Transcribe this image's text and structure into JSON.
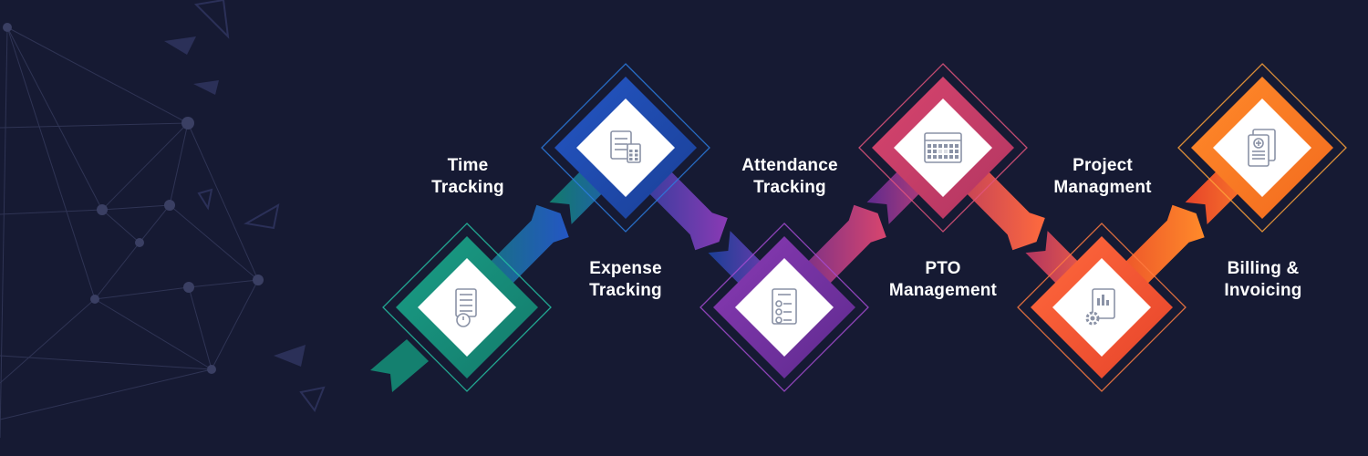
{
  "steps": [
    {
      "id": "expense",
      "lines": [
        "Expense",
        "Tracking"
      ],
      "icon": "receipt-stopwatch-icon",
      "from": "#1a9e86",
      "to": "#137a6b",
      "glow": "#25c2a3"
    },
    {
      "id": "time",
      "lines": [
        "Time",
        "Tracking"
      ],
      "icon": "calculator-document-icon",
      "from": "#2456c4",
      "to": "#1a3f96",
      "glow": "#2b7de0"
    },
    {
      "id": "pto",
      "lines": [
        "PTO",
        "Management"
      ],
      "icon": "employee-list-icon",
      "from": "#8a3ab4",
      "to": "#5d2a8e",
      "glow": "#a44bd1"
    },
    {
      "id": "attendance",
      "lines": [
        "Attendance",
        "Tracking"
      ],
      "icon": "calendar-grid-icon",
      "from": "#d8456e",
      "to": "#b13561",
      "glow": "#e2557c"
    },
    {
      "id": "billing",
      "lines": [
        "Billing &",
        "Invoicing"
      ],
      "icon": "gear-chart-icon",
      "from": "#ff6a3d",
      "to": "#e6432a",
      "glow": "#ff7d41"
    },
    {
      "id": "project",
      "lines": [
        "Project",
        "Managment"
      ],
      "icon": "invoice-dollar-icon",
      "from": "#ff8a2a",
      "to": "#f26a1e",
      "glow": "#ffa33a"
    }
  ],
  "colors": {
    "background": "#161a33",
    "tile": "#ffffff",
    "icon": "#8a92a6"
  }
}
